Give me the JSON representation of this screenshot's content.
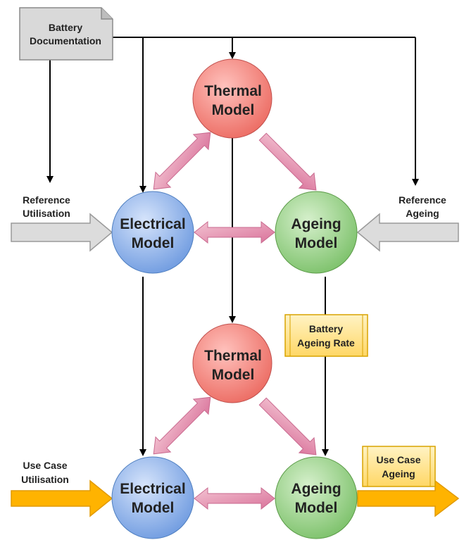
{
  "documentation": {
    "line1": "Battery",
    "line2": "Documentation"
  },
  "reference_utilisation": {
    "line1": "Reference",
    "line2": "Utilisation"
  },
  "reference_ageing": {
    "line1": "Reference",
    "line2": "Ageing"
  },
  "use_case_utilisation": {
    "line1": "Use Case",
    "line2": "Utilisation"
  },
  "use_case_ageing": {
    "line1": "Use Case",
    "line2": "Ageing"
  },
  "battery_ageing_rate": {
    "line1": "Battery",
    "line2": "Ageing Rate"
  },
  "top": {
    "thermal": {
      "line1": "Thermal",
      "line2": "Model"
    },
    "electrical": {
      "line1": "Electrical",
      "line2": "Model"
    },
    "ageing": {
      "line1": "Ageing",
      "line2": "Model"
    }
  },
  "bottom": {
    "thermal": {
      "line1": "Thermal",
      "line2": "Model"
    },
    "electrical": {
      "line1": "Electrical",
      "line2": "Model"
    },
    "ageing": {
      "line1": "Ageing",
      "line2": "Model"
    }
  },
  "colors": {
    "thermal_fill": "#f08080",
    "electrical_fill": "#7fa6e3",
    "ageing_fill": "#8ccf7a",
    "pink_arrow": "#e58fb0",
    "grey_arrow": "#d9d9d9",
    "orange_arrow": "#ffb300",
    "note_fill": "#ffe28a",
    "doc_fill": "#d9d9d9"
  }
}
